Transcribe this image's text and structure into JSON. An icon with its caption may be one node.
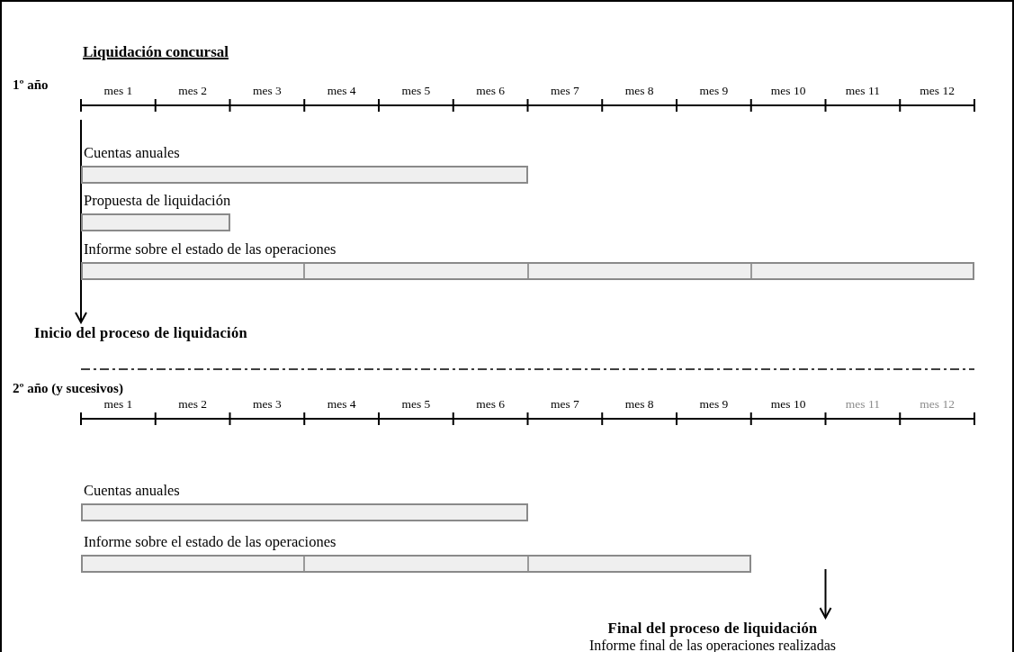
{
  "diagram": {
    "title": "Liquidación concursal",
    "nodes": [
      {
        "text": [
          "Cuentas anuales"
        ]
      },
      {
        "text": [
          "Propuesta de liquidación"
        ]
      },
      {
        "text": [
          "Informe sobre el estado de las operaciones"
        ]
      },
      {
        "text": [
          "Inicio del proceso de liquidación"
        ]
      },
      {
        "text": [
          "Cuentas anuales"
        ]
      },
      {
        "text": [
          "Informe sobre el estado de las operaciones"
        ]
      },
      {
        "text": [
          "Final del proceso de liquidación"
        ],
        "beside": [
          "Informe final de las operaciones realizadas"
        ]
      }
    ],
    "edges": [
      {
        "from": null,
        "to": 3,
        "arrow": "to"
      },
      {
        "from": null,
        "to": 6,
        "arrow": "to"
      }
    ],
    "labels": [
      "1º año",
      "mes 1",
      "mes 2",
      "mes 3",
      "mes 4",
      "mes 5",
      "mes 6",
      "mes 7",
      "mes 8",
      "mes 9",
      "mes 10",
      "mes 11",
      "mes 12",
      "2º año (y sucesivos)",
      "mes 1",
      "mes 2",
      "mes 3",
      "mes 4",
      "mes 5",
      "mes 6",
      "mes 7",
      "mes 8",
      "mes 9",
      "mes 10",
      "mes 11",
      "mes 12"
    ]
  }
}
